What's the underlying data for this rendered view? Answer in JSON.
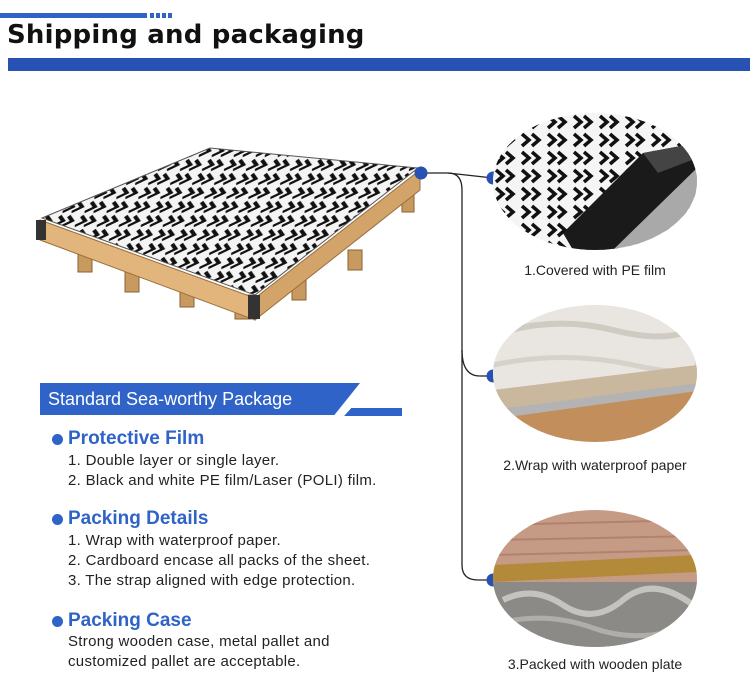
{
  "header": {
    "title": "Shipping and packaging"
  },
  "colors": {
    "accent": "#2f63c8",
    "header_rule": "#2752b3"
  },
  "product_image": {
    "description_icon": "packed-sheet-on-pallet"
  },
  "photos": [
    {
      "caption": "1.Covered with PE film"
    },
    {
      "caption": "2.Wrap with waterproof paper"
    },
    {
      "caption": "3.Packed with wooden plate"
    }
  ],
  "package": {
    "banner": "Standard Sea-worthy Package",
    "sections": [
      {
        "title": "Protective Film",
        "lines": [
          "1. Double layer or single layer.",
          "2. Black and white PE film/Laser (POLI) film."
        ]
      },
      {
        "title": "Packing Details",
        "lines": [
          "1. Wrap with waterproof paper.",
          "2. Cardboard encase all packs of the sheet.",
          "3. The strap aligned with edge protection."
        ]
      },
      {
        "title": "Packing Case",
        "lines": [
          "Strong wooden case, metal pallet and",
          "customized pallet are acceptable."
        ]
      }
    ]
  }
}
